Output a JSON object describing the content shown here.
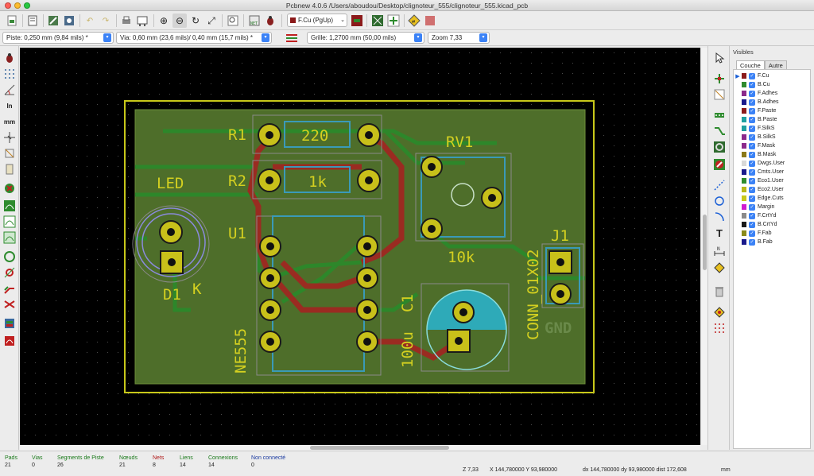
{
  "window": {
    "title": "Pcbnew 4.0.6 /Users/aboudou/Desktop/clignoteur_555/clignoteur_555.kicad_pcb"
  },
  "toolbar": {
    "layer_select": "F.Cu (PgUp)"
  },
  "options_bar": {
    "track": "Piste: 0,250 mm (9,84 mils) *",
    "via": "Via: 0,60 mm (23,6 mils)/ 0,40 mm (15,7 mils) *",
    "grid": "Grille: 1,2700 mm (50,00 mils)",
    "zoom": "Zoom 7,33"
  },
  "left_toolbar": {
    "inch_label": "In",
    "mm_label": "mm"
  },
  "board": {
    "components": [
      {
        "ref": "R1",
        "value": "220"
      },
      {
        "ref": "R2",
        "value": "1k"
      },
      {
        "ref": "RV1",
        "value": "10k"
      },
      {
        "ref": "D1",
        "value": "LED",
        "pin_label": "K"
      },
      {
        "ref": "U1",
        "value": "NE555"
      },
      {
        "ref": "C1",
        "value": "100u"
      },
      {
        "ref": "J1",
        "value": "CONN_01X02"
      }
    ],
    "silk_text": "GND"
  },
  "layers_panel": {
    "title": "Visibles",
    "tabs": [
      "Couche",
      "Autre"
    ],
    "layers": [
      {
        "name": "F.Cu",
        "color": "#8b1a1a",
        "active": true
      },
      {
        "name": "B.Cu",
        "color": "#2e8b2e"
      },
      {
        "name": "F.Adhes",
        "color": "#8b2a8b"
      },
      {
        "name": "B.Adhes",
        "color": "#1a1a8b"
      },
      {
        "name": "F.Paste",
        "color": "#8b1a1a"
      },
      {
        "name": "B.Paste",
        "color": "#1fa0a0"
      },
      {
        "name": "F.SilkS",
        "color": "#1fa0a0"
      },
      {
        "name": "B.SilkS",
        "color": "#8b2a8b"
      },
      {
        "name": "F.Mask",
        "color": "#8b2a8b"
      },
      {
        "name": "B.Mask",
        "color": "#8b7a1a"
      },
      {
        "name": "Dwgs.User",
        "color": "#d8d8d8"
      },
      {
        "name": "Cmts.User",
        "color": "#1a1a8b"
      },
      {
        "name": "Eco1.User",
        "color": "#2e8b2e"
      },
      {
        "name": "Eco2.User",
        "color": "#b8b81a"
      },
      {
        "name": "Edge.Cuts",
        "color": "#c8c81a"
      },
      {
        "name": "Margin",
        "color": "#d01ad0"
      },
      {
        "name": "F.CrtYd",
        "color": "#8a8a8a"
      },
      {
        "name": "B.CrtYd",
        "color": "#1a1a1a"
      },
      {
        "name": "F.Fab",
        "color": "#8b8b1a"
      },
      {
        "name": "B.Fab",
        "color": "#1a1a8b"
      }
    ]
  },
  "status": {
    "stats": [
      {
        "label": "Pads",
        "value": "21",
        "color": "#1a7a1a"
      },
      {
        "label": "Vias",
        "value": "0",
        "color": "#1a7a1a"
      },
      {
        "label": "Segments de Piste",
        "value": "26",
        "color": "#1a7a1a"
      },
      {
        "label": "Nœuds",
        "value": "21",
        "color": "#1a7a1a"
      },
      {
        "label": "Nets",
        "value": "8",
        "color": "#b01a1a"
      },
      {
        "label": "Liens",
        "value": "14",
        "color": "#1a7a1a"
      },
      {
        "label": "Connexions",
        "value": "14",
        "color": "#1a7a1a"
      },
      {
        "label": "Non connecté",
        "value": "0",
        "color": "#1a3aa0"
      }
    ],
    "zoom": "Z 7,33",
    "xy": "X 144,780000  Y 93,980000",
    "dxy": "dx 144,780000  dy 93,980000  dist 172,608",
    "units": "mm"
  }
}
